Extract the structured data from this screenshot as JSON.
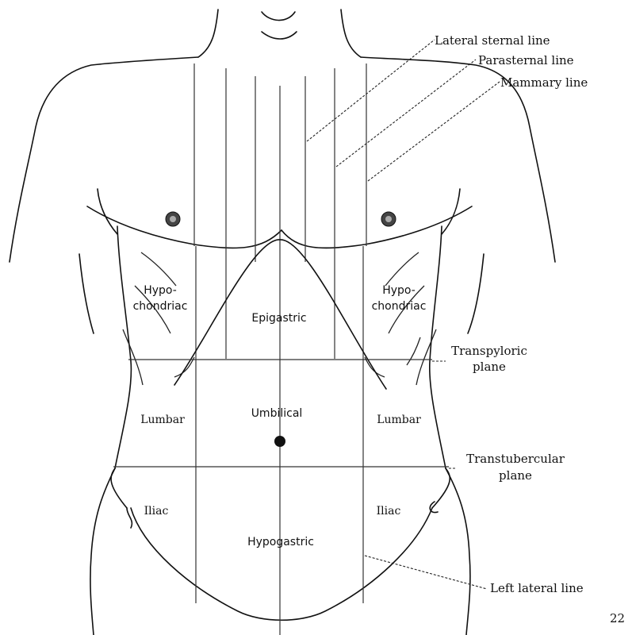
{
  "regions": {
    "epigastric": "Epigastric",
    "umbilical": "Umbilical",
    "hypogastric": "Hypogastric",
    "hypochondriac_right_line1": "Hypo-",
    "hypochondriac_right_line2": "chondriac",
    "hypochondriac_left_line1": "Hypo-",
    "hypochondriac_left_line2": "chondriac",
    "lumbar_right": "Lumbar",
    "lumbar_left": "Lumbar",
    "iliac_right": "Iliac",
    "iliac_left": "Iliac"
  },
  "callouts": {
    "lateral_sternal_line": "Lateral sternal line",
    "parasternal_line": "Parasternal line",
    "mammary_line": "Mammary line",
    "transpyloric_line1": "Transpyloric",
    "transpyloric_line2": "plane",
    "transtubercular_line1": "Transtubercular",
    "transtubercular_line2": "plane",
    "left_lateral_line": "Left lateral line"
  },
  "page_number": "22"
}
